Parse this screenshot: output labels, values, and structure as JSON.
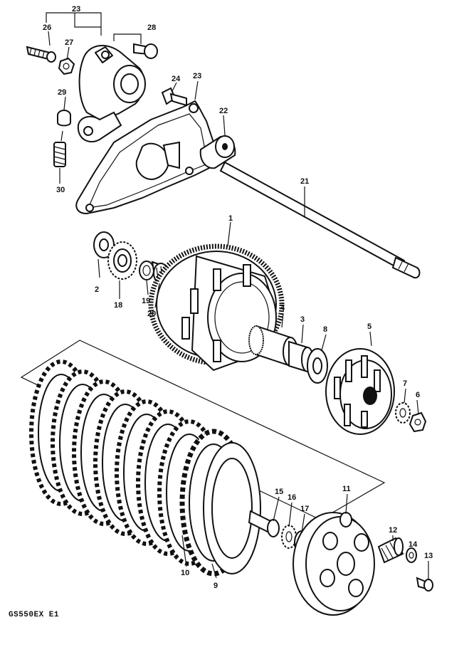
{
  "diagram": {
    "model_code": "GS550EX  E1",
    "callouts": {
      "p1": "1",
      "p2": "2",
      "p3": "3",
      "p4": "4",
      "p5": "5",
      "p6": "6",
      "p7": "7",
      "p8": "8",
      "p9": "9",
      "p10": "10",
      "p11": "11",
      "p12": "12",
      "p13": "13",
      "p14": "14",
      "p15": "15",
      "p16": "16",
      "p17": "17",
      "p18": "18",
      "p19": "19",
      "p20": "20",
      "p21": "21",
      "p22": "22",
      "p23a": "23",
      "p23b": "23",
      "p24": "24",
      "p26": "26",
      "p27": "27",
      "p28": "28",
      "p29": "29",
      "p30": "30"
    }
  }
}
